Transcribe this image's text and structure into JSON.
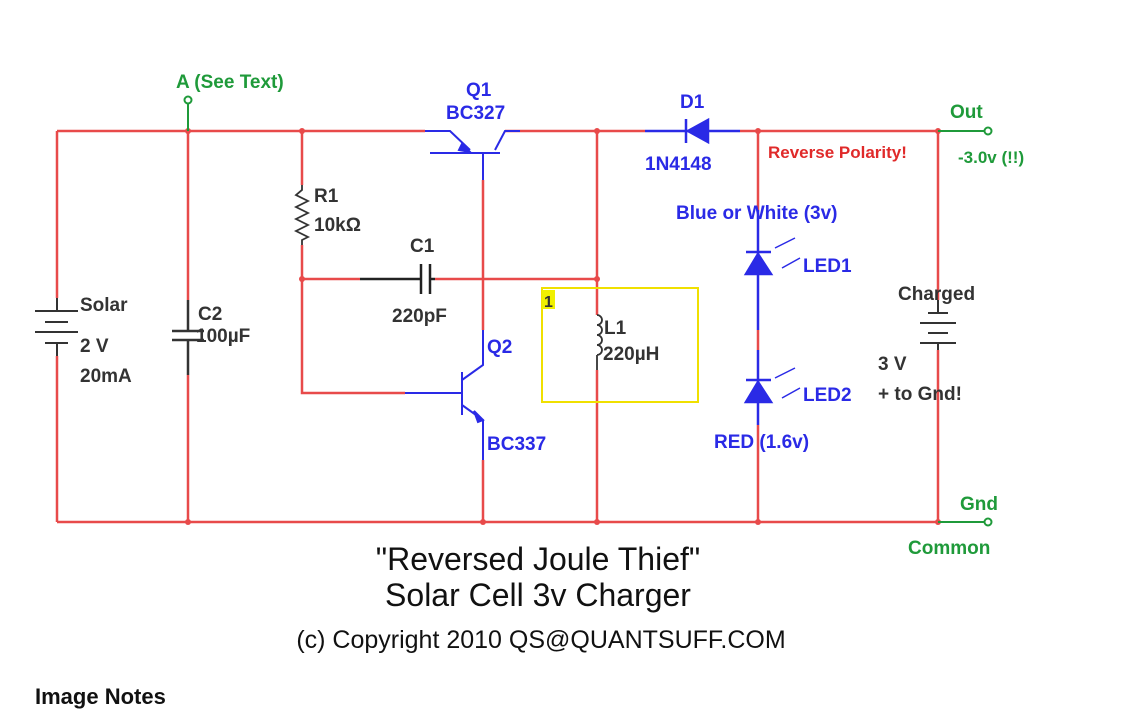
{
  "diagram": {
    "terminal_a": "A (See Text)",
    "q1": {
      "name": "Q1",
      "part": "BC327"
    },
    "q2": {
      "name": "Q2",
      "part": "BC337"
    },
    "r1": {
      "name": "R1",
      "value": "10kΩ"
    },
    "c1": {
      "name": "C1",
      "value": "220pF"
    },
    "c2": {
      "name": "C2",
      "value": "100µF"
    },
    "solar": {
      "name": "Solar",
      "voltage": "2 V",
      "current": "20mA"
    },
    "l1": {
      "name": "L1",
      "value": "220µH",
      "marker": "1"
    },
    "d1": {
      "name": "D1",
      "part": "1N4148"
    },
    "reverse_note": "Reverse Polarity!",
    "out": {
      "label": "Out",
      "value": "-3.0v (!!)"
    },
    "led1": {
      "name": "LED1",
      "note": "Blue or White (3v)"
    },
    "led2": {
      "name": "LED2",
      "note": "RED (1.6v)"
    },
    "charged": {
      "name": "Charged",
      "voltage": "3 V",
      "note": "+ to Gnd!"
    },
    "gnd": {
      "label": "Gnd",
      "note": "Common"
    },
    "title_line1": "\"Reversed Joule Thief\"",
    "title_line2": "Solar Cell 3v Charger",
    "copyright": "(c) Copyright 2010 QS@QUANTSUFF.COM"
  },
  "colors": {
    "wire": "#e84a4a",
    "component": "#2a2ae6",
    "terminal": "#1f9a3a"
  },
  "page": {
    "section_heading": "Image Notes"
  }
}
